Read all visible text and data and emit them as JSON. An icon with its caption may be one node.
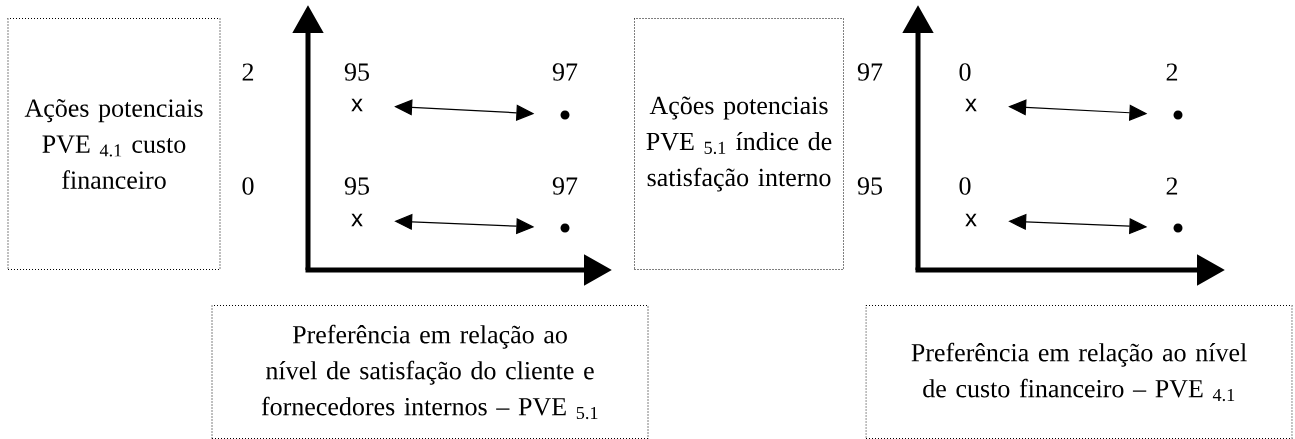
{
  "diagram": {
    "nodes": [
      {
        "text": [
          "Ações potenciais PVE $_{4.1}$ custo financeiro"
        ]
      },
      {
        "text": [
          "x"
        ],
        "beside": [
          "95"
        ]
      },
      {
        "text": [],
        "shape": "circle",
        "beside": [
          "97"
        ]
      },
      {
        "text": [
          "x"
        ],
        "beside": [
          "95"
        ]
      },
      {
        "text": [],
        "shape": "circle",
        "beside": [
          "97"
        ]
      },
      {
        "text": [
          "Ações potenciais PVE $_{5.1}$ índice de satisfação interno"
        ]
      },
      {
        "text": [
          "x"
        ],
        "beside": [
          "0"
        ]
      },
      {
        "text": [],
        "shape": "circle",
        "beside": [
          "2"
        ]
      },
      {
        "text": [
          "x"
        ],
        "beside": [
          "0"
        ]
      },
      {
        "text": [],
        "shape": "circle",
        "beside": [
          "2"
        ]
      },
      {
        "text": [
          "Preferência em relação ao nível de satisfação do cliente e fornecedores internos – PVE $_{5.1}$"
        ]
      },
      {
        "text": [
          "Preferência em relação ao nível de custo financeiro – PVE $_{4.1}$"
        ]
      }
    ],
    "edges": [
      {
        "from": 1,
        "to": 2,
        "arrow": "both"
      },
      {
        "from": 3,
        "to": 4,
        "arrow": "both"
      },
      {
        "from": 6,
        "to": 7,
        "arrow": "both"
      },
      {
        "from": 8,
        "to": 9,
        "arrow": "both"
      }
    ],
    "labels": [
      "2",
      "0",
      "97",
      "95"
    ]
  }
}
